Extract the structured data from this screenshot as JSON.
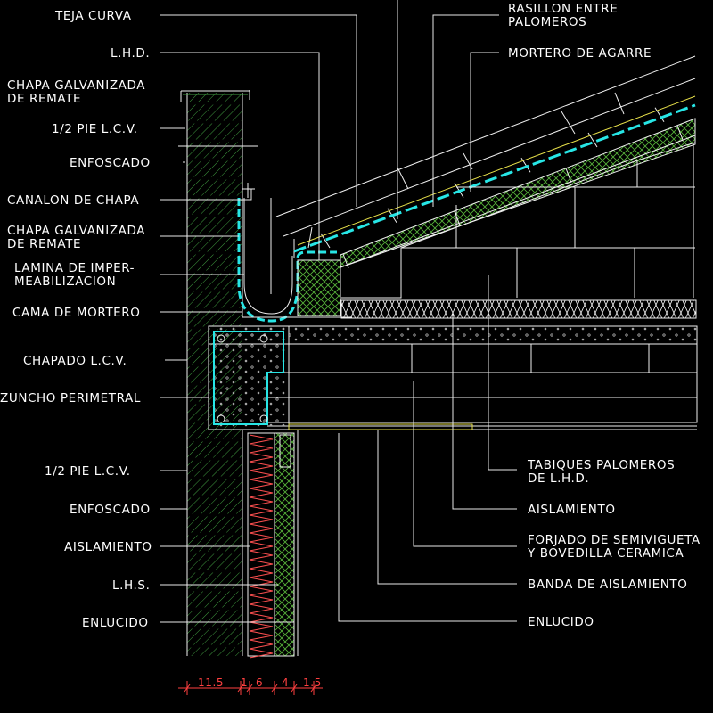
{
  "labels_left": [
    {
      "id": "teja-curva",
      "lines": [
        "TEJA CURVA"
      ]
    },
    {
      "id": "lhd",
      "lines": [
        "L.H.D."
      ]
    },
    {
      "id": "chapa-remate-top",
      "lines": [
        "CHAPA GALVANIZADA",
        "DE REMATE"
      ]
    },
    {
      "id": "pie-lcv-top",
      "lines": [
        "1/2 PIE L.C.V."
      ]
    },
    {
      "id": "enfoscado-top",
      "lines": [
        "ENFOSCADO"
      ]
    },
    {
      "id": "canalon",
      "lines": [
        "CANALON DE CHAPA"
      ]
    },
    {
      "id": "chapa-remate-mid",
      "lines": [
        "CHAPA GALVANIZADA",
        "DE REMATE"
      ]
    },
    {
      "id": "lamina",
      "lines": [
        "LAMINA DE IMPER-",
        "MEABILIZACION"
      ]
    },
    {
      "id": "cama-mortero",
      "lines": [
        "CAMA DE MORTERO"
      ]
    },
    {
      "id": "chapado-lcv",
      "lines": [
        "CHAPADO L.C.V."
      ]
    },
    {
      "id": "zuncho",
      "lines": [
        "ZUNCHO PERIMETRAL"
      ]
    },
    {
      "id": "pie-lcv-bottom",
      "lines": [
        "1/2 PIE L.C.V."
      ]
    },
    {
      "id": "enfoscado-bottom",
      "lines": [
        "ENFOSCADO"
      ]
    },
    {
      "id": "aislamiento-left",
      "lines": [
        "AISLAMIENTO"
      ]
    },
    {
      "id": "lhs",
      "lines": [
        "L.H.S."
      ]
    },
    {
      "id": "enlucido-left",
      "lines": [
        "ENLUCIDO"
      ]
    }
  ],
  "labels_right": [
    {
      "id": "rasillon",
      "lines": [
        "RASILLON ENTRE",
        "PALOMEROS"
      ]
    },
    {
      "id": "mortero-agarre",
      "lines": [
        "MORTERO DE AGARRE"
      ]
    },
    {
      "id": "tabiques",
      "lines": [
        "TABIQUES PALOMEROS",
        "DE L.H.D."
      ]
    },
    {
      "id": "aislamiento-right",
      "lines": [
        "AISLAMIENTO"
      ]
    },
    {
      "id": "forjado",
      "lines": [
        "FORJADO DE SEMIVIGUETA",
        "Y BOVEDILLA CERAMICA"
      ]
    },
    {
      "id": "banda",
      "lines": [
        "BANDA DE AISLAMIENTO"
      ]
    },
    {
      "id": "enlucido-right",
      "lines": [
        "ENLUCIDO"
      ]
    }
  ],
  "dimensions": [
    "11.5",
    "1",
    "6",
    "4",
    "1.5"
  ],
  "colors": {
    "background": "#000000",
    "leader": "#e8e8e8",
    "outline": "#f0f0f0",
    "brick_hatch": "#3f9a3f",
    "cyan": "#27e6e6",
    "mortar": "#e8e14a",
    "insulation": "#ff5050",
    "dimension": "#ff4040"
  }
}
